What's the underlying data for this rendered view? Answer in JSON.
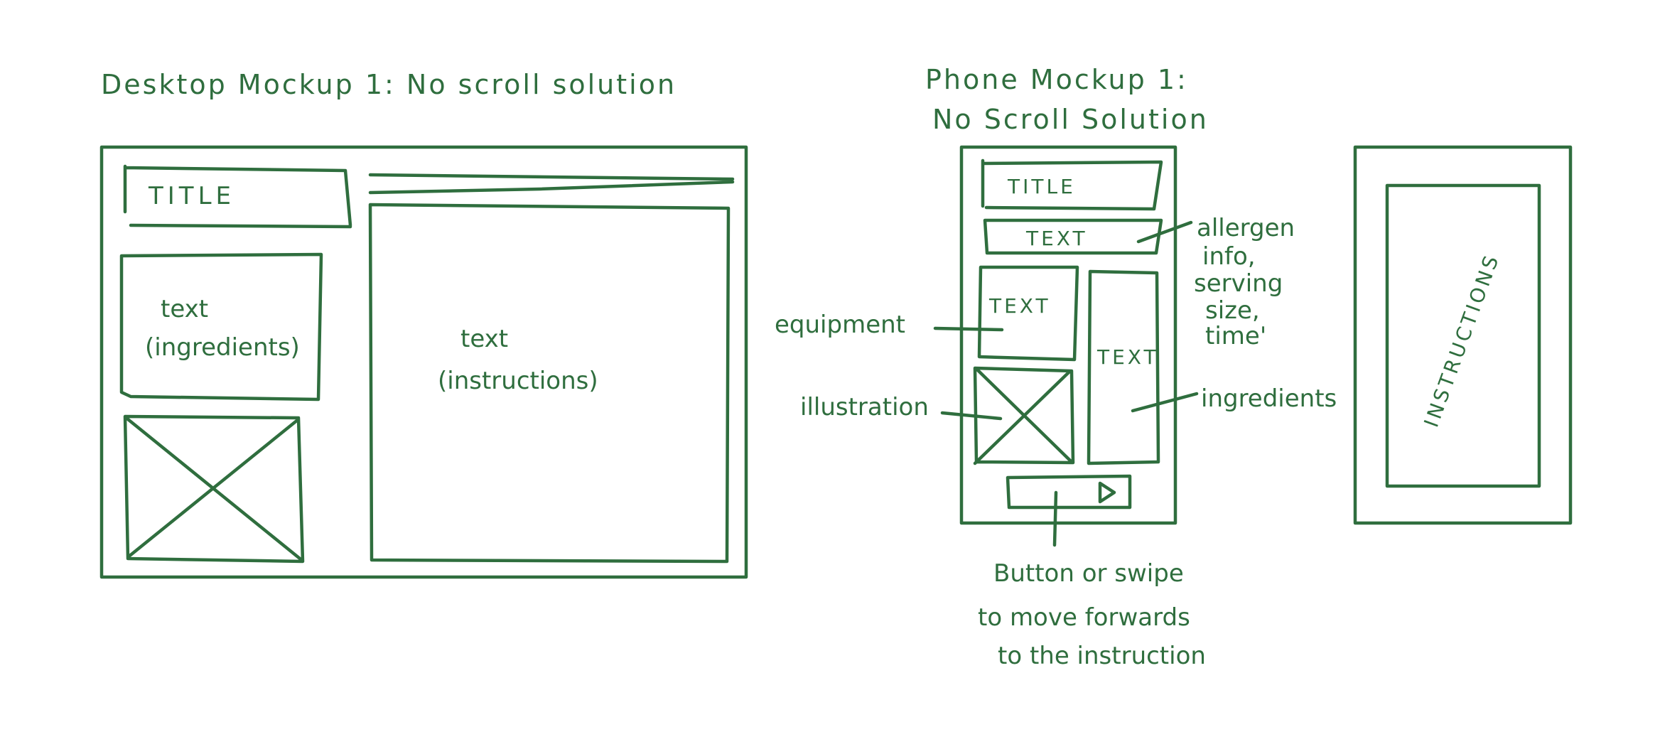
{
  "colors": {
    "ink": "#2f6e3e",
    "background": "#ffffff"
  },
  "desktop": {
    "heading": "Desktop Mockup 1: No scroll solution",
    "title_box": "TITLE",
    "ingredients_box": {
      "line1": "text",
      "line2": "(ingredients)"
    },
    "instructions_box": {
      "line1": "text",
      "line2": "(instructions)"
    }
  },
  "phone": {
    "heading_line1": "Phone Mockup 1:",
    "heading_line2": "No Scroll Solution",
    "title_box": "TITLE",
    "info_box": "TEXT",
    "equipment_box": "TEXT",
    "ingredients_box": "TEXT",
    "annotations": {
      "allergen": [
        "allergen",
        "info,",
        "serving",
        "size,",
        "time'"
      ],
      "equipment": "equipment",
      "illustration": "illustration",
      "ingredients": "ingredients",
      "button": [
        "Button or swipe",
        "to move forwards",
        "to the instruction"
      ]
    },
    "next_icon": "play-triangle-icon"
  },
  "phone_instructions": {
    "label": "INSTRUCTIONS"
  }
}
